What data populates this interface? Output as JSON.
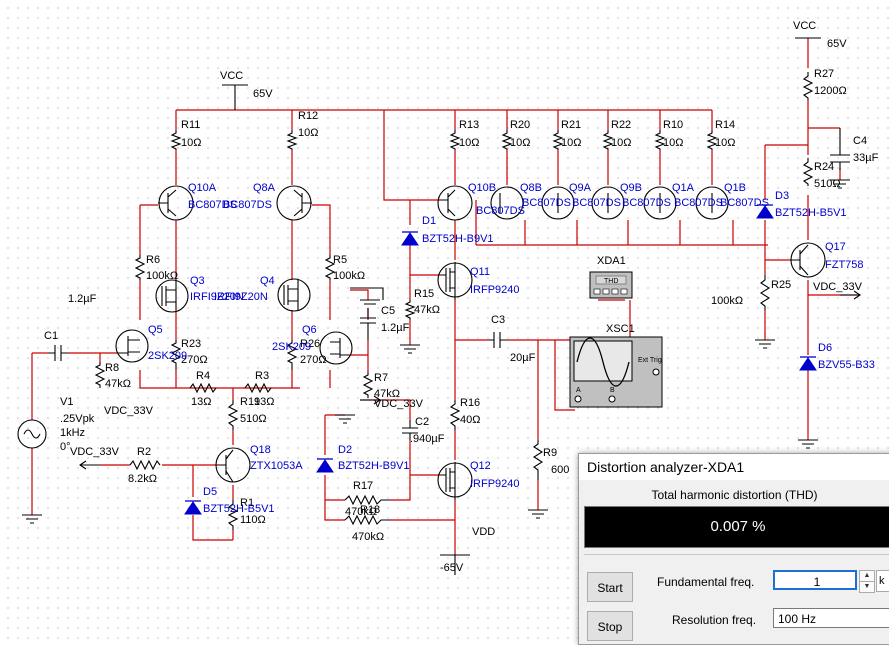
{
  "schematic": {
    "power": {
      "vcc_left_name": "VCC",
      "vcc_left_value": "65V",
      "vcc_right_name": "VCC",
      "vcc_right_value": "65V",
      "vdd_name": "VDD",
      "vdd_value": "-65V"
    },
    "resistors": {
      "R11": {
        "name": "R11",
        "value": "10Ω"
      },
      "R12": {
        "name": "R12",
        "value": "10Ω"
      },
      "R13": {
        "name": "R13",
        "value": "10Ω"
      },
      "R20": {
        "name": "R20",
        "value": "10Ω"
      },
      "R21": {
        "name": "R21",
        "value": "10Ω"
      },
      "R22": {
        "name": "R22",
        "value": "10Ω"
      },
      "R10": {
        "name": "R10",
        "value": "10Ω"
      },
      "R14": {
        "name": "R14",
        "value": "10Ω"
      },
      "R27": {
        "name": "R27",
        "value": "1200Ω"
      },
      "R24": {
        "name": "R24",
        "value": "510Ω"
      },
      "R6": {
        "name": "R6",
        "value": "100kΩ"
      },
      "R5": {
        "name": "R5",
        "value": "100kΩ"
      },
      "R15": {
        "name": "R15",
        "value": "47kΩ"
      },
      "R25": {
        "name": "R25",
        "value": "100kΩ"
      },
      "R23": {
        "name": "R23",
        "value": "270Ω"
      },
      "R26": {
        "name": "R26",
        "value": "270Ω"
      },
      "R8": {
        "name": "R8",
        "value": "47kΩ"
      },
      "R4": {
        "name": "R4",
        "value": "13Ω"
      },
      "R3": {
        "name": "R3",
        "value": "13Ω"
      },
      "R19": {
        "name": "R19",
        "value": "510Ω"
      },
      "R7": {
        "name": "R7",
        "value": "47kΩ"
      },
      "R16": {
        "name": "R16",
        "value": "40Ω"
      },
      "R2": {
        "name": "R2",
        "value": "8.2kΩ"
      },
      "R9": {
        "name": "R9",
        "value": "600"
      },
      "R17": {
        "name": "R17",
        "value": "470kΩ"
      },
      "R18": {
        "name": "R18",
        "value": "470kΩ"
      },
      "R1": {
        "name": "R1",
        "value": "110Ω"
      }
    },
    "capacitors": {
      "C1": {
        "name": "C1",
        "value": "1.2µF"
      },
      "C5": {
        "name": "C5",
        "value": "1.2µF"
      },
      "C3": {
        "name": "C3",
        "value": "20µF"
      },
      "C4": {
        "name": "C4",
        "value": "33µF"
      },
      "C2": {
        "name": "C2",
        "value": ".940µF"
      }
    },
    "transistors": {
      "Q10A": {
        "name": "Q10A",
        "type": "BC807DS"
      },
      "Q8A": {
        "name": "Q8A",
        "type": "BC807DS"
      },
      "Q10B": {
        "name": "Q10B",
        "type": "BC807DS"
      },
      "Q8B": {
        "name": "Q8B",
        "type": "BC807DS"
      },
      "Q9A": {
        "name": "Q9A",
        "type": "BC807DS"
      },
      "Q9B": {
        "name": "Q9B",
        "type": "BC807DS"
      },
      "Q1A": {
        "name": "Q1A",
        "type": "BC807DS"
      },
      "Q1B": {
        "name": "Q1B",
        "type": "BC807DS"
      },
      "Q3": {
        "name": "Q3",
        "type": "IRFI9Z20N"
      },
      "Q4": {
        "name": "Q4",
        "type": "IRFI9Z20N"
      },
      "Q5": {
        "name": "Q5",
        "type": "2SK209"
      },
      "Q6": {
        "name": "Q6",
        "type": "2SK209"
      },
      "Q11": {
        "name": "Q11",
        "type": "IRFP9240"
      },
      "Q12": {
        "name": "Q12",
        "type": "IRFP9240"
      },
      "Q17": {
        "name": "Q17",
        "type": "FZT758"
      },
      "Q18": {
        "name": "Q18",
        "type": "ZTX1053A"
      }
    },
    "diodes": {
      "D1": {
        "name": "D1",
        "type": "BZT52H-B9V1"
      },
      "D2": {
        "name": "D2",
        "type": "BZT52H-B9V1"
      },
      "D3": {
        "name": "D3",
        "type": "BZT52H-B5V1"
      },
      "D5": {
        "name": "D5",
        "type": "BZT52H-B5V1"
      },
      "D6": {
        "name": "D6",
        "type": "BZV55-B33"
      }
    },
    "source_V1": {
      "name": "V1",
      "amplitude": ".25Vpk",
      "frequency": "1kHz",
      "phase": "0°"
    },
    "nets": {
      "vdc33_a": "VDC_33V",
      "vdc33_b": "VDC_33V",
      "vdc33_c": "VDC_33V",
      "vdc33_d": "VDC_33V"
    },
    "instruments": {
      "xda1_label": "XDA1",
      "xda1_box_text": "THD",
      "xsc1_label": "XSC1",
      "xsc1_ext_trig": "Ext Trig",
      "xsc1_a": "A",
      "xsc1_b": "B"
    }
  },
  "distortion_window": {
    "title": "Distortion analyzer-XDA1",
    "thd_label": "Total harmonic distortion (THD)",
    "thd_value": "0.007 %",
    "start_button": "Start",
    "stop_button": "Stop",
    "fundamental_label": "Fundamental freq.",
    "fundamental_value": "1",
    "fundamental_unit": "k",
    "resolution_label": "Resolution freq.",
    "resolution_value": "100 Hz"
  }
}
